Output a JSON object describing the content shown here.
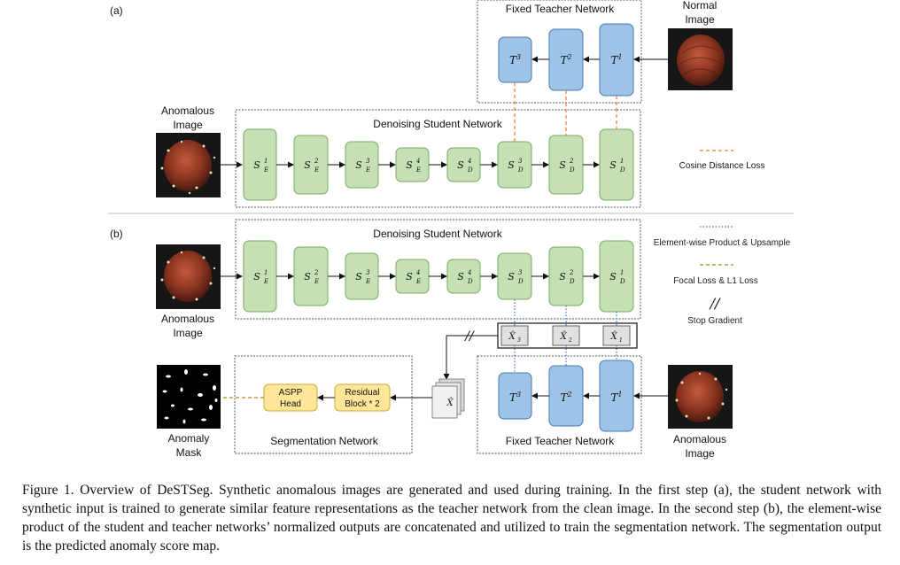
{
  "panels": {
    "a": "(a)",
    "b": "(b)"
  },
  "labels": {
    "fixed_teacher_network": "Fixed Teacher Network",
    "denoising_student_network": "Denoising Student Network",
    "segmentation_network": "Segmentation Network",
    "normal_image": [
      "Normal",
      "Image"
    ],
    "anomalous_image": [
      "Anomalous",
      "Image"
    ],
    "anomaly_mask": [
      "Anomaly",
      "Mask"
    ]
  },
  "teacher_blocks": [
    {
      "base": "T",
      "sup": "3"
    },
    {
      "base": "T",
      "sup": "2"
    },
    {
      "base": "T",
      "sup": "1"
    }
  ],
  "student_blocks": [
    {
      "base": "S",
      "sup": "1",
      "sub": "E"
    },
    {
      "base": "S",
      "sup": "2",
      "sub": "E"
    },
    {
      "base": "S",
      "sup": "3",
      "sub": "E"
    },
    {
      "base": "S",
      "sup": "4",
      "sub": "E"
    },
    {
      "base": "S",
      "sup": "4",
      "sub": "D"
    },
    {
      "base": "S",
      "sup": "3",
      "sub": "D"
    },
    {
      "base": "S",
      "sup": "2",
      "sub": "D"
    },
    {
      "base": "S",
      "sup": "1",
      "sub": "D"
    }
  ],
  "product_blocks": [
    {
      "base": "X̂",
      "sub": "3"
    },
    {
      "base": "X̂",
      "sub": "2"
    },
    {
      "base": "X̂",
      "sub": "1"
    }
  ],
  "concat_label": "X̂",
  "seg_blocks": {
    "aspp": [
      "ASPP",
      "Head"
    ],
    "residual": [
      "Residual",
      "Block * 2"
    ]
  },
  "legend": {
    "cosine": "Cosine Distance Loss",
    "elementwise": "Element-wise Product & Upsample",
    "focal": "Focal Loss & L1 Loss",
    "stop_gradient_symbol": "//",
    "stop_gradient": "Stop Gradient"
  },
  "stop_gradient_mark": "//",
  "caption": "Figure 1. Overview of DeSTSeg. Synthetic anomalous images are generated and used during training. In the first step (a), the student network with synthetic input is trained to generate similar feature representations as the teacher network from the clean image. In the second step (b), the element-wise product of the student and teacher networks’ normalized outputs are concatenated and utilized to train the segmentation network. The segmentation output is the predicted anomaly score map.",
  "colors": {
    "teacher_fill": "#9dc3e6",
    "teacher_stroke": "#4a7ab0",
    "student_fill": "#c5e0b4",
    "student_stroke": "#7aa863",
    "seg_fill": "#ffe699",
    "seg_stroke": "#d6a93c",
    "loss_dash": "#ed7d31",
    "elementwise_dot": "#4472c4"
  }
}
